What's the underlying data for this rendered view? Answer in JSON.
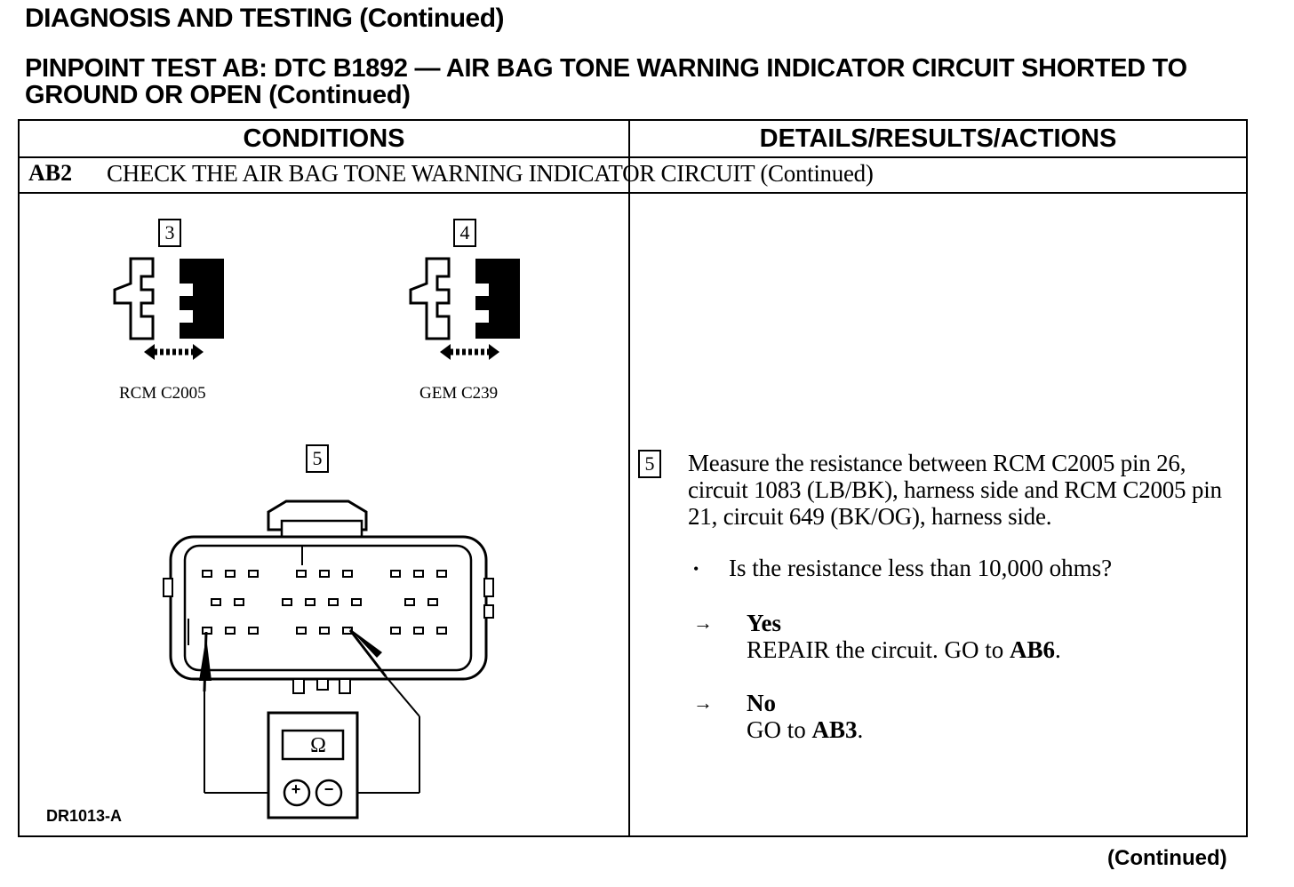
{
  "page_title": "DIAGNOSIS AND TESTING (Continued)",
  "test_title": "PINPOINT TEST AB: DTC B1892 — AIR BAG TONE WARNING INDICATOR CIRCUIT SHORTED TO GROUND OR OPEN (Continued)",
  "table": {
    "header_conditions": "CONDITIONS",
    "header_details": "DETAILS/RESULTS/ACTIONS",
    "step_id": "AB2",
    "step_title": "CHECK THE AIR BAG TONE WARNING INDICATOR CIRCUIT (Continued)"
  },
  "figure": {
    "step3_number": "3",
    "step4_number": "4",
    "step5_number": "5",
    "connector_a_label": "RCM C2005",
    "connector_b_label": "GEM C239",
    "meter_symbol": "Ω",
    "plus_symbol": "+",
    "minus_symbol": "−",
    "figure_code": "DR1013-A"
  },
  "details": {
    "step_number": "5",
    "instruction": "Measure the resistance between RCM C2005 pin 26, circuit 1083 (LB/BK), harness side and RCM C2005 pin 21, circuit 649 (BK/OG), harness side.",
    "bullet": "•",
    "question": "Is the resistance less than 10,000 ohms?",
    "arrow": "→",
    "yes_label": "Yes",
    "yes_action": "REPAIR the circuit. GO to",
    "yes_target": "AB6",
    "yes_end": ".",
    "no_label": "No",
    "no_action": "GO to",
    "no_target": "AB3",
    "no_end": "."
  },
  "footer_continued": "(Continued)"
}
